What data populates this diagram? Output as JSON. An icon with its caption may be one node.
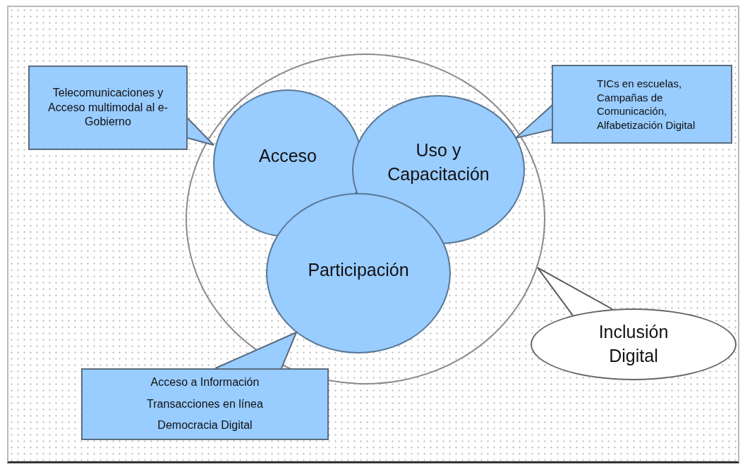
{
  "diagram": {
    "nodes": [
      {
        "text": [],
        "shape": "circle"
      },
      {
        "text": [
          "Acceso"
        ],
        "in": 0
      },
      {
        "text": [
          "Uso y Capacitación"
        ],
        "in": 0
      },
      {
        "text": [
          "Participación"
        ],
        "in": 0
      },
      {
        "text": [
          "Telecomunicaciones y Acceso multimodal al e-Gobierno"
        ]
      },
      {
        "text": [
          "TICs en escuelas, Campañas de Comunicación, Alfabetización Digital"
        ]
      },
      {
        "text": [
          "Acceso a Información",
          "Transacciones en línea",
          "Democracia Digital"
        ]
      },
      {
        "text": [
          "Inclusión Digital"
        ]
      }
    ],
    "edges": [
      {
        "from": 4,
        "to": 1,
        "arrow": "none"
      },
      {
        "from": 5,
        "to": 2,
        "arrow": "none"
      },
      {
        "from": 6,
        "to": 3,
        "arrow": "none"
      },
      {
        "from": 7,
        "to": 0,
        "arrow": "none"
      }
    ]
  }
}
